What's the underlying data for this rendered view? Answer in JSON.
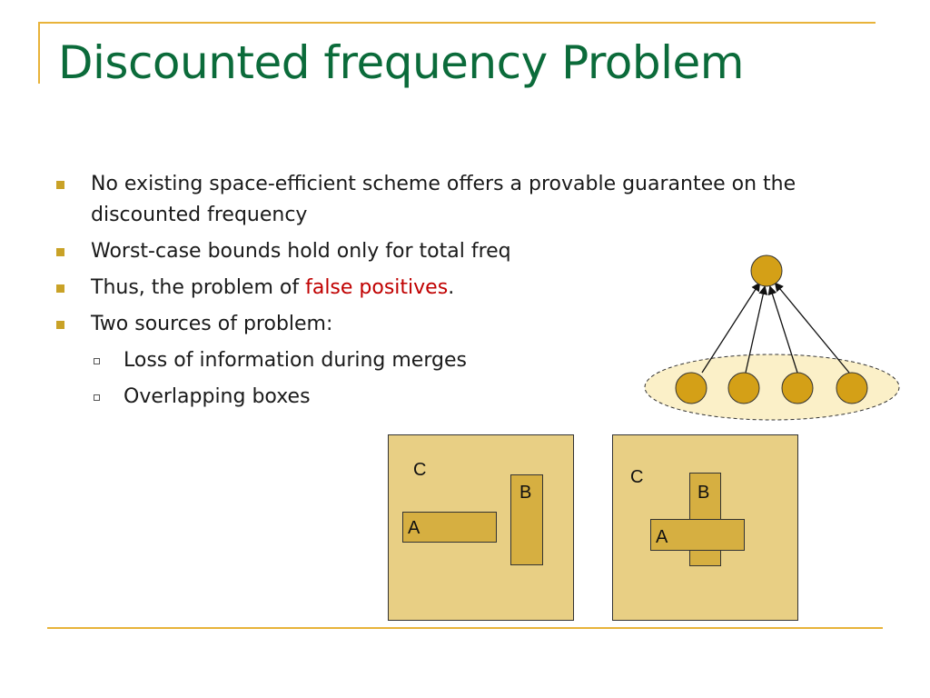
{
  "slide": {
    "title": "Discounted frequency Problem",
    "bullets": [
      {
        "text": "No existing space-efficient scheme offers a provable guarantee on the discounted frequency"
      },
      {
        "text": "Worst-case bounds hold only for total freq"
      },
      {
        "prefix": "Thus, the problem of ",
        "highlight": "false positives",
        "suffix": "."
      },
      {
        "text": "Two sources of problem:"
      }
    ],
    "sub_bullets": [
      {
        "text": "Loss of information during merges"
      },
      {
        "text": "Overlapping boxes"
      }
    ]
  },
  "figure_left": {
    "outer_label": "C",
    "box_a_label": "A",
    "box_b_label": "B"
  },
  "figure_right": {
    "outer_label": "C",
    "box_a_label": "A",
    "box_b_label": "B"
  },
  "colors": {
    "title": "#0b6b3a",
    "accent_rule": "#e8b33a",
    "highlight": "#c00000",
    "node_fill": "#d4a017",
    "ellipse_fill": "#fbf0c8",
    "outer_box": "#e8cf84",
    "inner_box": "#d6af41"
  }
}
